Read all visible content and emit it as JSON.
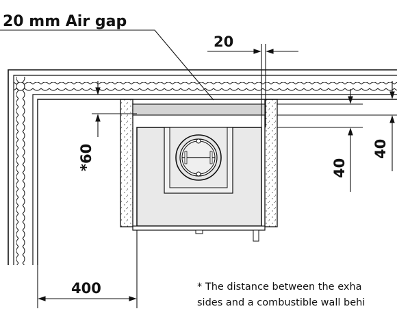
{
  "labels": {
    "air_gap": "20 mm Air gap",
    "dim_top": "20",
    "dim_left_vertical": "*60",
    "dim_right_inner": "40",
    "dim_right_outer": "40",
    "dim_bottom": "400"
  },
  "footnote": {
    "line1": "* The distance between the exha",
    "line2": "sides and a combustible wall behi"
  },
  "colors": {
    "ink": "#111111",
    "insulation_fill": "#ffffff",
    "stove_body": "#e9e9e9",
    "air_gap_band": "#d4d4d4"
  }
}
